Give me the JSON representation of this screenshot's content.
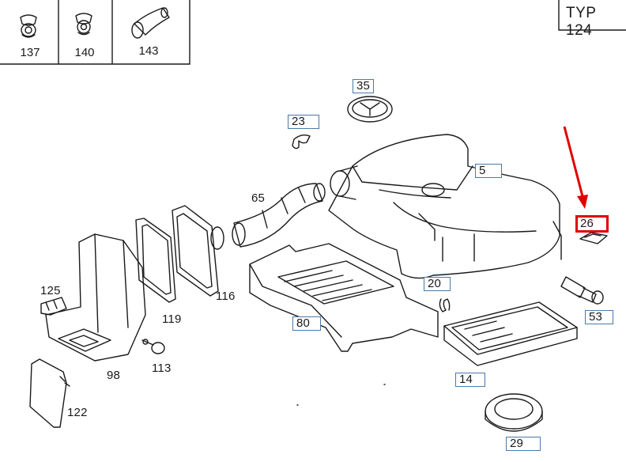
{
  "header": {
    "type_label": "TYP 124",
    "parts": [
      {
        "num": "137",
        "icon": "grommet-icon"
      },
      {
        "num": "140",
        "icon": "grommet-icon"
      },
      {
        "num": "143",
        "icon": "intake-sleeve-icon"
      }
    ]
  },
  "callouts": [
    {
      "id": "c35",
      "text": "35",
      "boxed": true
    },
    {
      "id": "c23",
      "text": "23",
      "boxed": true
    },
    {
      "id": "c5",
      "text": "5",
      "boxed": true
    },
    {
      "id": "c65",
      "text": "65",
      "boxed": false
    },
    {
      "id": "c26",
      "text": "26",
      "boxed": true,
      "highlighted": true
    },
    {
      "id": "c125",
      "text": "125",
      "boxed": false
    },
    {
      "id": "c119",
      "text": "119",
      "boxed": false
    },
    {
      "id": "c116",
      "text": "116",
      "boxed": false
    },
    {
      "id": "c80",
      "text": "80",
      "boxed": true
    },
    {
      "id": "c20",
      "text": "20",
      "boxed": true
    },
    {
      "id": "c53",
      "text": "53",
      "boxed": true
    },
    {
      "id": "c113",
      "text": "113",
      "boxed": false
    },
    {
      "id": "c98",
      "text": "98",
      "boxed": false
    },
    {
      "id": "c122",
      "text": "122",
      "boxed": false
    },
    {
      "id": "c14",
      "text": "14",
      "boxed": true
    },
    {
      "id": "c29",
      "text": "29",
      "boxed": true
    }
  ],
  "colors": {
    "line": "#1a1a1a",
    "callout_border": "#4a7aa8",
    "highlight": "#e00000",
    "arrow": "#e00000"
  }
}
